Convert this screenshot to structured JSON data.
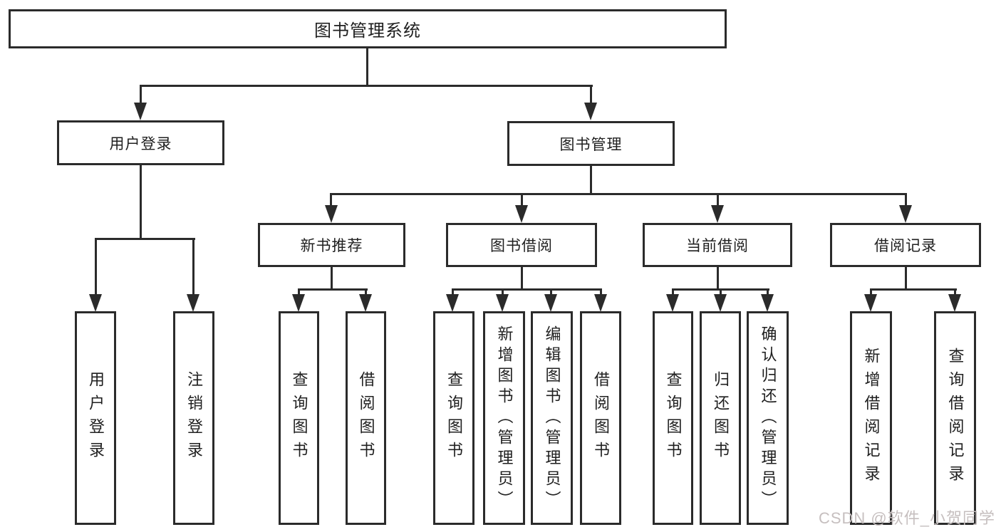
{
  "diagram": {
    "title": "图书管理系统",
    "root": "图书管理系统",
    "level2": {
      "user_login": "用户登录",
      "book_management": "图书管理"
    },
    "level3": {
      "new_book_recommend": "新书推荐",
      "book_borrow": "图书借阅",
      "current_borrow": "当前借阅",
      "borrow_record": "借阅记录"
    },
    "leaves": {
      "user_login": [
        "用户登录",
        "注销登录"
      ],
      "new_book_recommend": [
        "查询图书",
        "借阅图书"
      ],
      "book_borrow": [
        "查询图书",
        "新增图书（管理员）",
        "编辑图书（管理员）",
        "借阅图书"
      ],
      "current_borrow": [
        "查询图书",
        "归还图书",
        "确认归还（管理员）"
      ],
      "borrow_record": [
        "新增借阅记录",
        "查询借阅记录"
      ]
    }
  },
  "watermark": "CSDN @软件_小贺同学",
  "colors": {
    "line": "#2b2b2b",
    "text": "#1f1f1f",
    "background": "#ffffff",
    "watermark": "#c6bfbf"
  }
}
